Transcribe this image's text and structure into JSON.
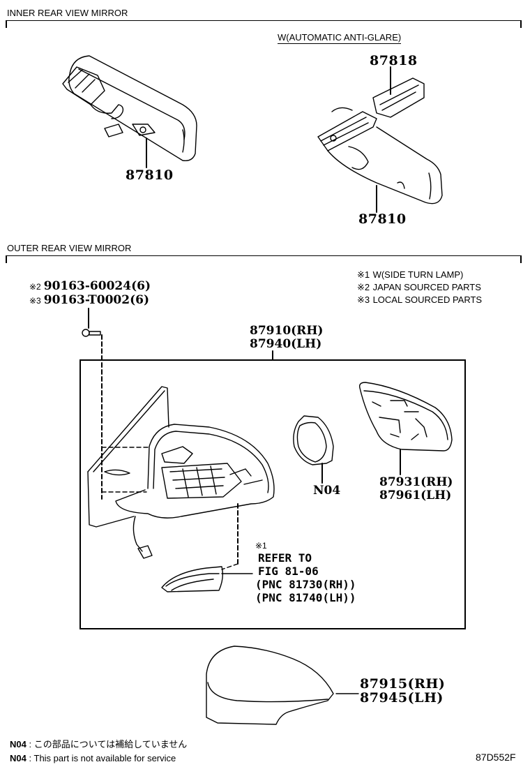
{
  "inner_section": {
    "title": "INNER REAR VIEW MIRROR",
    "left_part": {
      "number": "87810"
    },
    "right_group": {
      "condition": "W(AUTOMATIC ANTI-GLARE)",
      "cover_part": {
        "number": "87818"
      },
      "mirror_part": {
        "number": "87810"
      }
    }
  },
  "outer_section": {
    "title": "OUTER REAR VIEW MIRROR",
    "screws": [
      {
        "marker": "※2",
        "number": "90163-60024(6)"
      },
      {
        "marker": "※3",
        "number": "90163-T0002(6)"
      }
    ],
    "legend": [
      {
        "marker": "※1",
        "text": "W(SIDE TURN LAMP)"
      },
      {
        "marker": "※2",
        "text": "JAPAN SOURCED PARTS"
      },
      {
        "marker": "※3",
        "text": "LOCAL SOURCED PARTS"
      }
    ],
    "assembly": {
      "rh": "87910(RH)",
      "lh": "87940(LH)"
    },
    "actuator": {
      "number": "N04"
    },
    "glass": {
      "rh": "87931(RH)",
      "lh": "87961(LH)"
    },
    "turn_lamp_ref": {
      "marker": "※1",
      "line1": "REFER TO",
      "line2": "FIG 81-06",
      "line3": "(PNC 81730(RH))",
      "line4": "(PNC 81740(LH))"
    },
    "cover": {
      "rh": "87915(RH)",
      "lh": "87945(LH)"
    }
  },
  "footnotes": [
    {
      "code": "N04",
      "separator": ":",
      "text": "この部品については補給していません"
    },
    {
      "code": "N04",
      "separator": ":",
      "text": "This part is not available for service"
    }
  ],
  "figure_id": "87D552F"
}
